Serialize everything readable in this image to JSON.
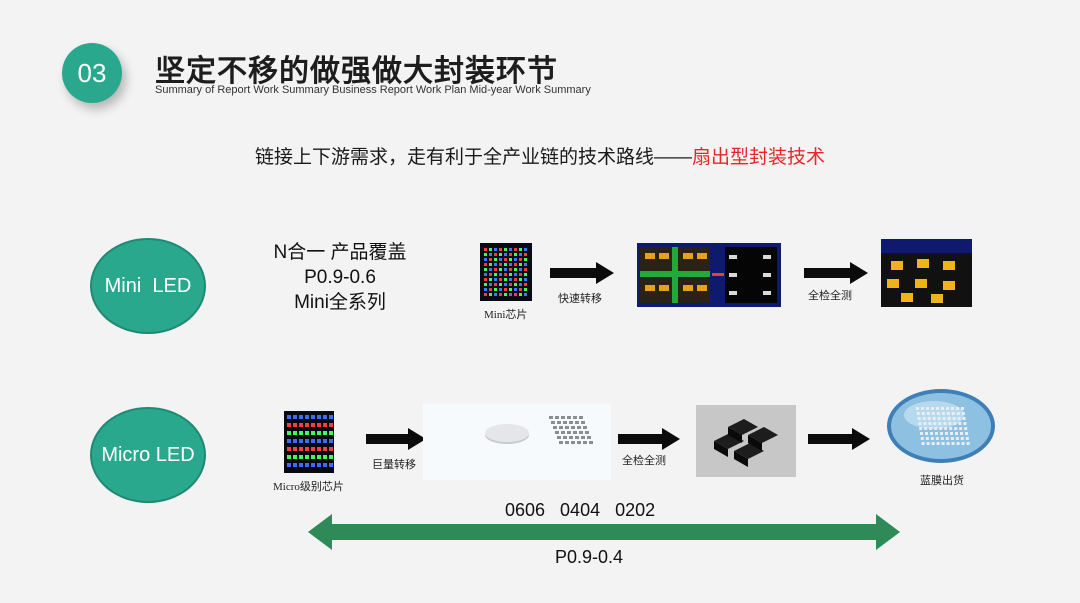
{
  "header": {
    "section_number": "03",
    "title": "坚定不移的做强做大封装环节",
    "subtitle": "Summary of Report Work Summary Business Report Work Plan Mid-year Work Summary"
  },
  "headline": {
    "text": "链接上下游需求，走有利于全产业链的技术路线——",
    "highlight": "扇出型封装技术"
  },
  "mini": {
    "label": "Mini  LED",
    "coverage": [
      "N合一 产品覆盖",
      "P0.9-0.6",
      "Mini全系列"
    ],
    "chip_caption": "Mini芯片",
    "step1_label": "快速转移",
    "step2_label": "全检全测"
  },
  "micro": {
    "label": "Micro LED",
    "chip_caption": "Micro级别芯片",
    "step1_label": "巨量转移",
    "step2_label": "全检全测",
    "final_caption": "蓝膜出货"
  },
  "range": {
    "sizes": "0606  0404  0202",
    "pitch": "P0.9-0.4"
  },
  "colors": {
    "accent": "#2aa88e",
    "highlight": "#e8262a",
    "range_arrow": "#2e8b57"
  }
}
